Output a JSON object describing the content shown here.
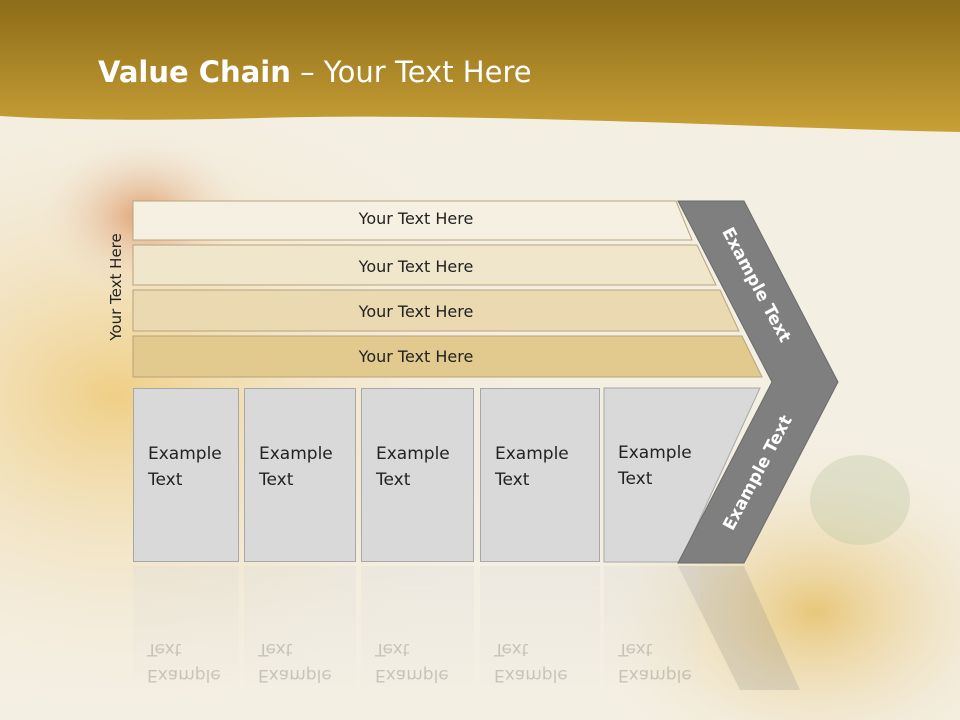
{
  "slide": {
    "title_main": "Value Chain",
    "title_rest": " – Your Text Here",
    "side_label": "Your Text Here"
  },
  "bars": [
    {
      "label": "Your Text Here",
      "color": "#f6f0e2"
    },
    {
      "label": "Your Text Here",
      "color": "#f0e6cc"
    },
    {
      "label": "Your Text Here",
      "color": "#ead9b1"
    },
    {
      "label": "Your Text Here",
      "color": "#e2c98d"
    }
  ],
  "boxes": [
    {
      "label": "Example Text"
    },
    {
      "label": "Example Text"
    },
    {
      "label": "Example Text"
    },
    {
      "label": "Example Text"
    },
    {
      "label": "Example Text"
    }
  ],
  "chevron": {
    "top_label": "Example Text",
    "bottom_label": "Example Text",
    "color": "#7f7f7f"
  },
  "colors": {
    "header_gold": "#b8921f",
    "box_fill": "#d9d9d9"
  }
}
